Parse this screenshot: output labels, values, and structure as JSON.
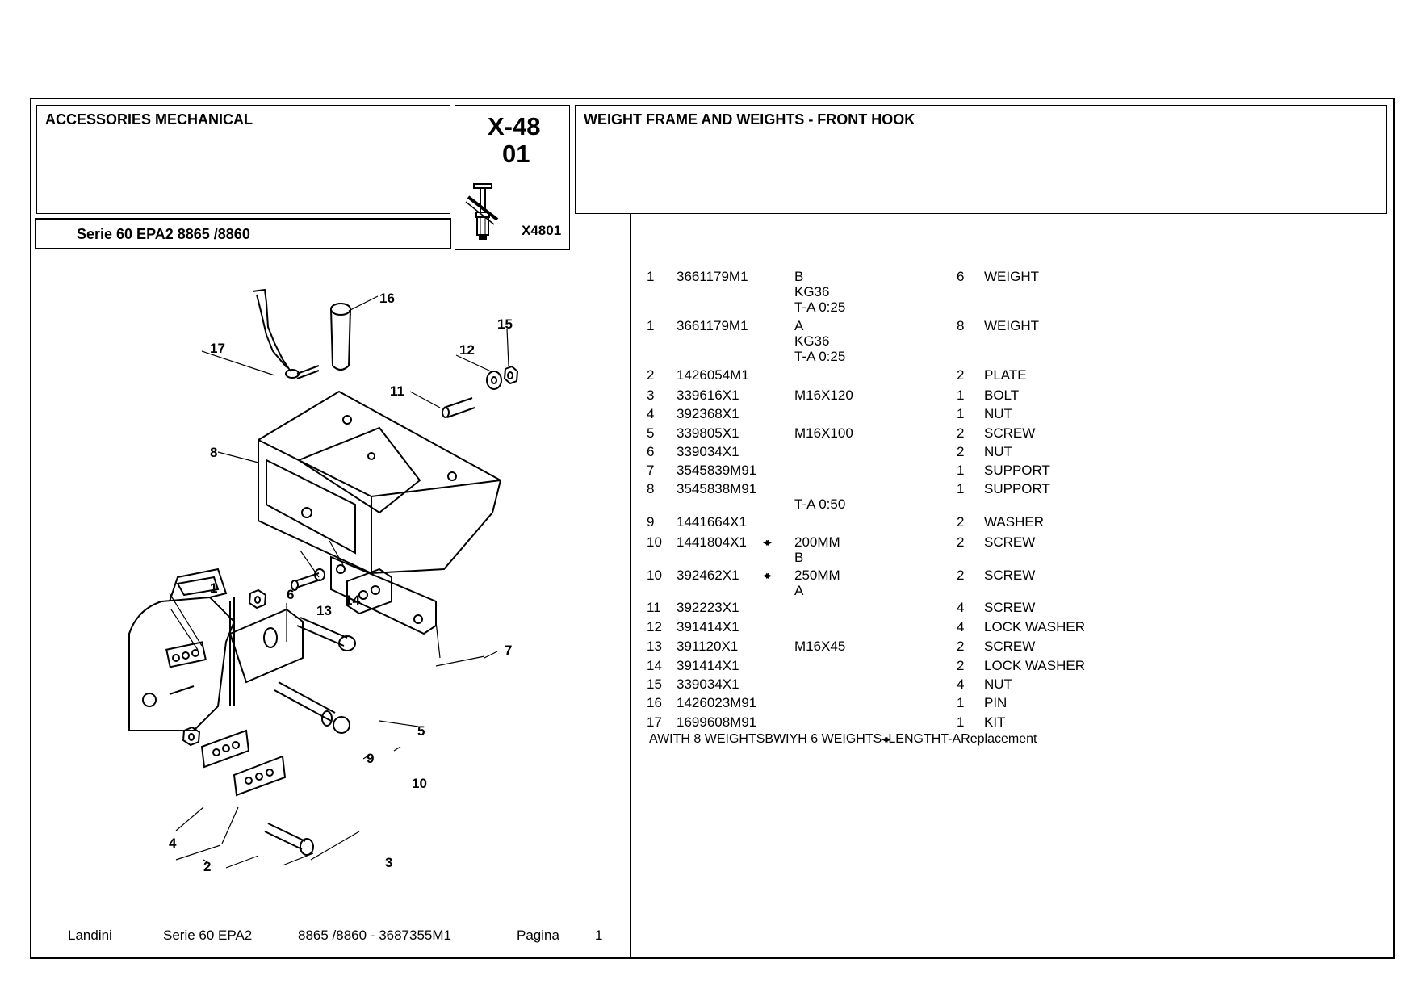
{
  "header": {
    "section": "ACCESSORIES MECHANICAL",
    "model": "Serie 60 EPA2 8865 /8860",
    "code_line1": "X-48",
    "code_line2": "01",
    "ref": "X4801",
    "title": "WEIGHT FRAME AND WEIGHTS - FRONT HOOK"
  },
  "parts": [
    {
      "no": "1",
      "part": "3661179M1",
      "len": "",
      "note": [
        "B",
        "KG36",
        "T-A 0:25"
      ],
      "qty": "6",
      "desc": "WEIGHT"
    },
    {
      "no": "1",
      "part": "3661179M1",
      "len": "",
      "note": [
        "A",
        "KG36",
        "T-A 0:25"
      ],
      "qty": "8",
      "desc": "WEIGHT"
    },
    {
      "no": "2",
      "part": "1426054M1",
      "len": "",
      "note": [],
      "qty": "2",
      "desc": "PLATE"
    },
    {
      "no": "3",
      "part": "339616X1",
      "len": "",
      "note": [
        "M16X120"
      ],
      "qty": "1",
      "desc": "BOLT"
    },
    {
      "no": "4",
      "part": "392368X1",
      "len": "",
      "note": [],
      "qty": "1",
      "desc": "NUT"
    },
    {
      "no": "5",
      "part": "339805X1",
      "len": "",
      "note": [
        "M16X100"
      ],
      "qty": "2",
      "desc": "SCREW"
    },
    {
      "no": "6",
      "part": "339034X1",
      "len": "",
      "note": [],
      "qty": "2",
      "desc": "NUT"
    },
    {
      "no": "7",
      "part": "3545839M91",
      "len": "",
      "note": [],
      "qty": "1",
      "desc": "SUPPORT"
    },
    {
      "no": "8",
      "part": "3545838M91",
      "len": "",
      "note": [
        "",
        "T-A 0:50"
      ],
      "qty": "1",
      "desc": "SUPPORT"
    },
    {
      "no": "9",
      "part": "1441664X1",
      "len": "",
      "note": [],
      "qty": "2",
      "desc": "WASHER"
    },
    {
      "no": "10",
      "part": "1441804X1",
      "len": "◂▸",
      "note": [
        "200MM",
        "B"
      ],
      "qty": "2",
      "desc": "SCREW"
    },
    {
      "no": "10",
      "part": "392462X1",
      "len": "◂▸",
      "note": [
        "250MM",
        "A"
      ],
      "qty": "2",
      "desc": "SCREW"
    },
    {
      "no": "11",
      "part": "392223X1",
      "len": "",
      "note": [],
      "qty": "4",
      "desc": "SCREW"
    },
    {
      "no": "12",
      "part": "391414X1",
      "len": "",
      "note": [],
      "qty": "4",
      "desc": "LOCK WASHER"
    },
    {
      "no": "13",
      "part": "391120X1",
      "len": "",
      "note": [
        "M16X45"
      ],
      "qty": "2",
      "desc": "SCREW"
    },
    {
      "no": "14",
      "part": "391414X1",
      "len": "",
      "note": [],
      "qty": "2",
      "desc": "LOCK WASHER"
    },
    {
      "no": "15",
      "part": "339034X1",
      "len": "",
      "note": [],
      "qty": "4",
      "desc": "NUT"
    },
    {
      "no": "16",
      "part": "1426023M91",
      "len": "",
      "note": [],
      "qty": "1",
      "desc": "PIN"
    },
    {
      "no": "17",
      "part": "1699608M91",
      "len": "",
      "note": [],
      "qty": "1",
      "desc": "KIT"
    }
  ],
  "legend": [
    {
      "key": "A",
      "text": "WITH 8 WEIGHTS"
    },
    {
      "key": "B",
      "text": "WIYH 6 WEIGHTS"
    },
    {
      "key": "◂▸",
      "text": "LENGTH"
    },
    {
      "key": "T-A",
      "text": "Replacement"
    }
  ],
  "callouts": [
    "1",
    "2",
    "3",
    "4",
    "5",
    "6",
    "7",
    "8",
    "9",
    "10",
    "11",
    "12",
    "13",
    "14",
    "15",
    "16",
    "17"
  ],
  "footer": {
    "brand": "Landini",
    "series": "Serie 60 EPA2",
    "model_code": "8865 /8860  - 3687355M1",
    "page_label": "Pagina",
    "page": "1"
  }
}
